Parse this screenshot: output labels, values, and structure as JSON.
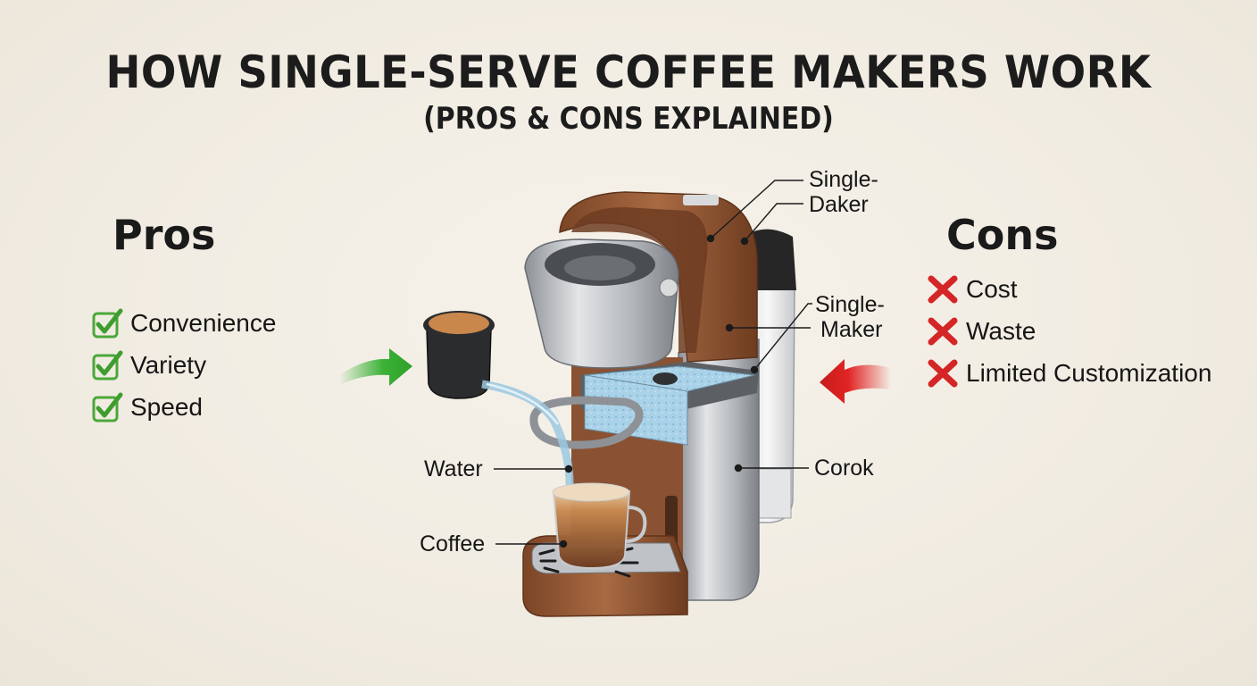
{
  "title": "HOW SINGLE-SERVE COFFEE MAKERS WORK",
  "subtitle": "(PROS & CONS EXPLAINED)",
  "pros": {
    "heading": "Pros",
    "icon": "green-checkbox-icon",
    "color": "#3fa535",
    "items": [
      {
        "label": "Convenience"
      },
      {
        "label": "Variety"
      },
      {
        "label": "Speed"
      }
    ]
  },
  "cons": {
    "heading": "Cons",
    "icon": "red-x-icon",
    "color": "#d92a2a",
    "items": [
      {
        "label": "Cost"
      },
      {
        "label": "Waste"
      },
      {
        "label": "Limited Customization"
      }
    ]
  },
  "arrows": {
    "pros_arrow_color": "#3bb236",
    "cons_arrow_color": "#e02424"
  },
  "callouts": {
    "top_right": {
      "line1": "Single-",
      "line2": "Daker"
    },
    "mid_right": {
      "line1": "Single-",
      "line2": "Maker"
    },
    "water": "Water",
    "coffee": "Coffee",
    "tank": "Corok"
  },
  "machine_colors": {
    "copper": "#9a5e3a",
    "steel": "#b9bcc0",
    "dark": "#2a2a2a",
    "water": "#9cc8e0",
    "coffee": "#6b3a1e",
    "crema": "#d9a877"
  }
}
